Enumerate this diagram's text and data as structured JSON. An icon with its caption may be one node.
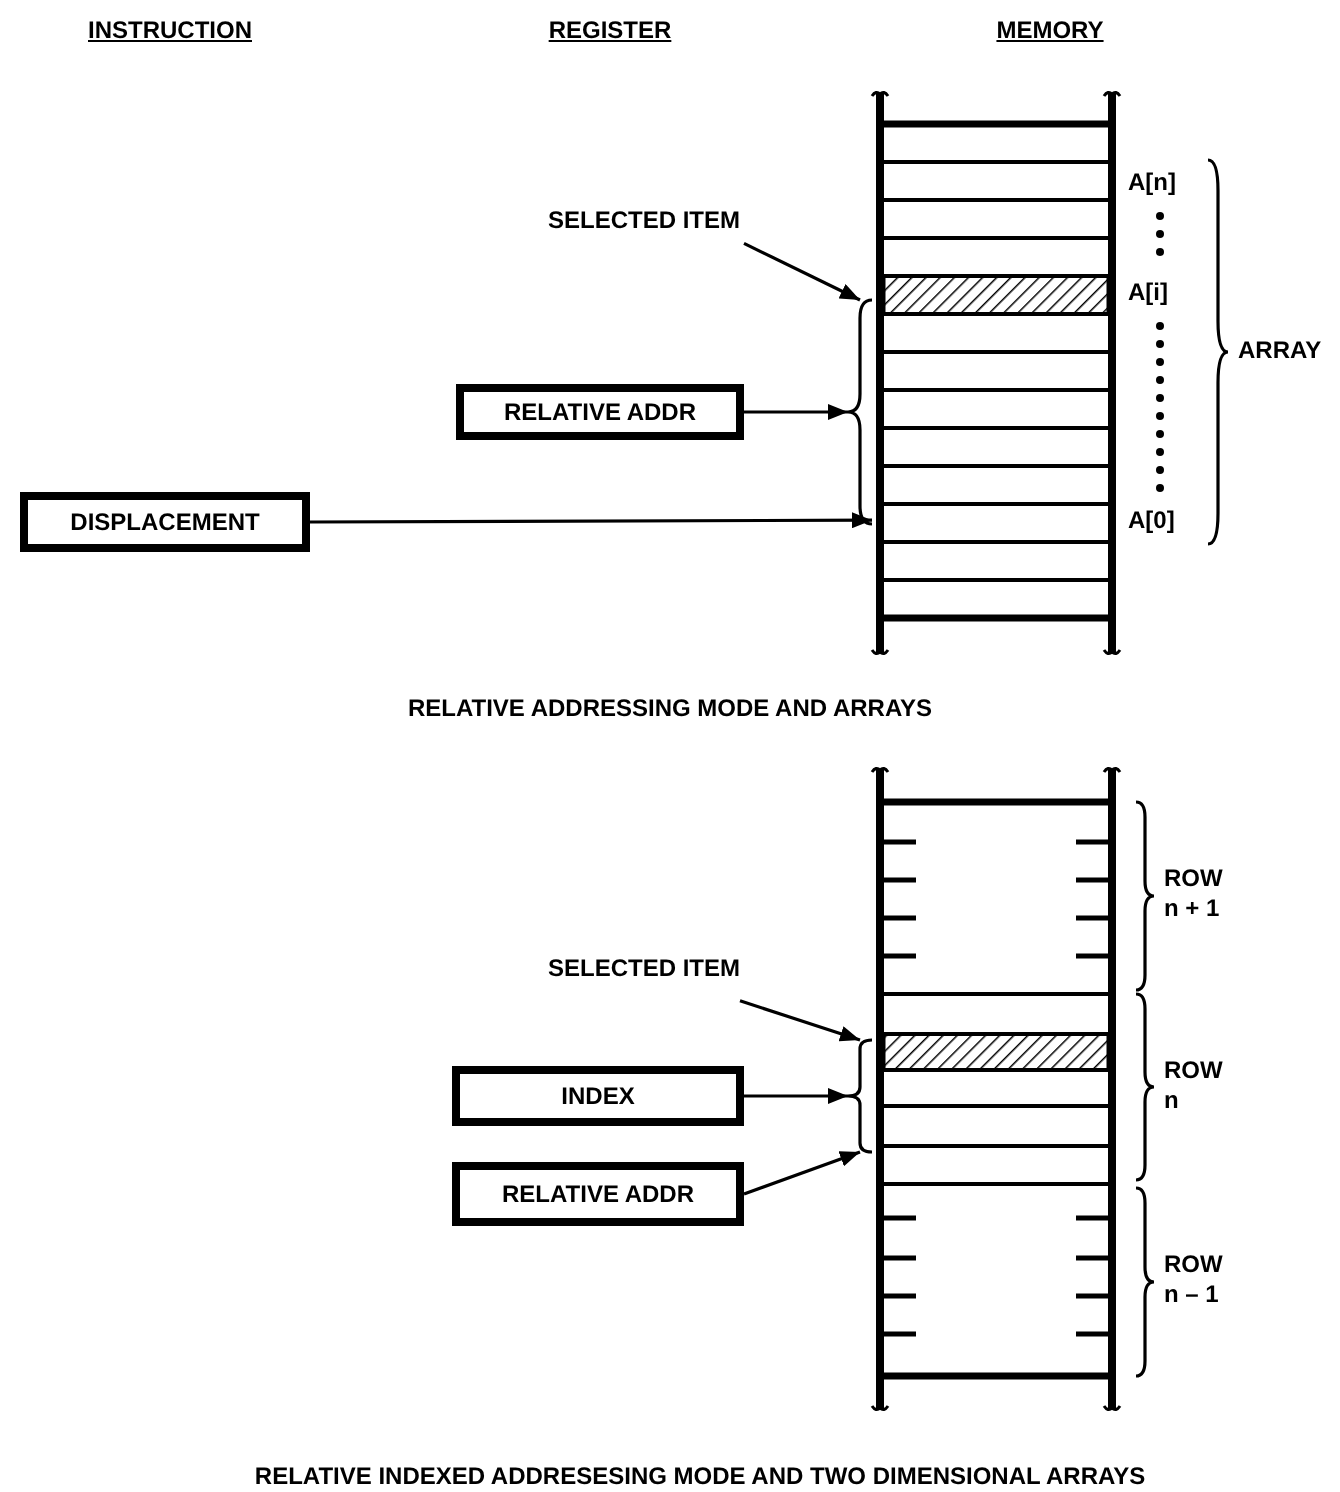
{
  "diagram": {
    "nodes": [
      {
        "text": [],
        "shape": "box"
      },
      {
        "text": [
          "SELECTED ITEM"
        ]
      },
      {
        "text": [],
        "shape": "bracket"
      },
      {
        "text": [
          "RELATIVE ADDR"
        ]
      },
      {
        "text": [
          "DISPLACEMENT"
        ]
      },
      {
        "text": [],
        "shape": "box"
      },
      {
        "text": [
          "SELECTED ITEM"
        ]
      },
      {
        "text": [],
        "shape": "bracket"
      },
      {
        "text": [
          "INDEX"
        ]
      },
      {
        "text": [
          "RELATIVE ADDR"
        ]
      }
    ],
    "edges": [
      {
        "from": 1,
        "to": 2,
        "arrow": "to"
      },
      {
        "from": 3,
        "to": 2,
        "arrow": "to"
      },
      {
        "from": 4,
        "to": 0,
        "arrow": "to"
      },
      {
        "from": 6,
        "to": 7,
        "arrow": "to"
      },
      {
        "from": 8,
        "to": 7,
        "arrow": "to"
      },
      {
        "from": 9,
        "to": 7,
        "arrow": "to"
      }
    ],
    "labels": [
      "INSTRUCTION",
      "REGISTER",
      "MEMORY",
      "A[n]",
      "A[i]",
      "A[0]",
      "ARRAY",
      "RELATIVE ADDRESSING MODE AND ARRAYS",
      "ROW n + 1",
      "ROW n",
      "ROW n – 1",
      "RELATIVE INDEXED ADDRESESING MODE AND TWO DIMENSIONAL ARRAYS"
    ]
  }
}
